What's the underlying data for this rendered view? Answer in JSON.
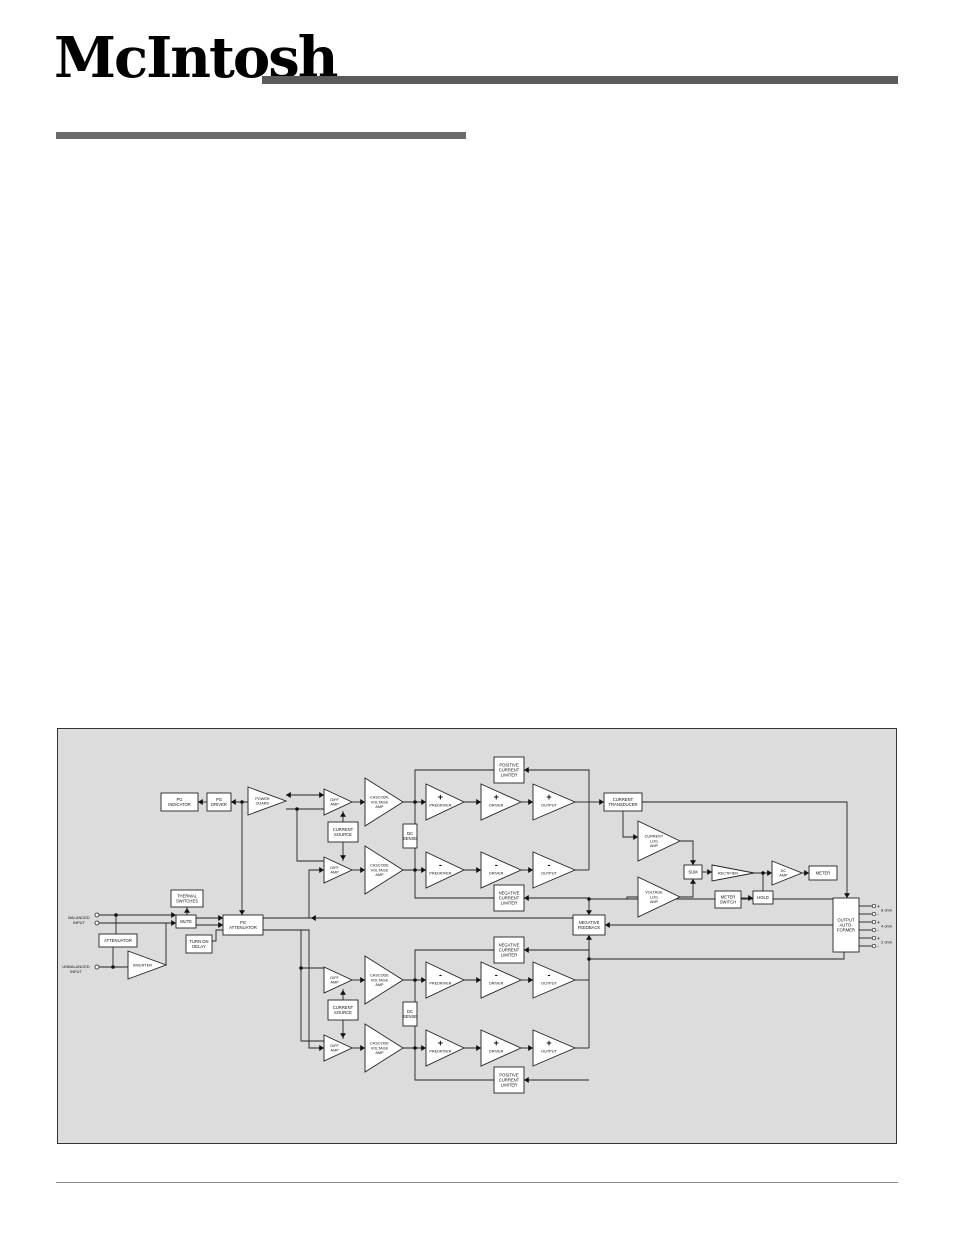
{
  "header": {
    "brand": "McIntosh"
  },
  "diagram": {
    "inputs": {
      "balanced_1": "BALANCED",
      "balanced_2": "INPUT",
      "unbalanced_1": "UNBALANCED",
      "unbalanced_2": "INPUT"
    },
    "blocks": {
      "pg_indicator": [
        "PG",
        "INDICATOR"
      ],
      "pg_driver": [
        "PG",
        "DRIVER"
      ],
      "power_guard": [
        "POWER",
        "GUARD"
      ],
      "thermal_switches": [
        "THERMAL",
        "SWITCHES"
      ],
      "mute": [
        "MUTE"
      ],
      "attenuator": [
        "ATTENUATOR"
      ],
      "inverter": [
        "INVERTER"
      ],
      "turn_on_delay": [
        "TURN ON",
        "DELAY"
      ],
      "pg_attenuator": [
        "PG",
        "ATTENUATOR"
      ],
      "diff_amp": [
        "DIFF",
        "AMP"
      ],
      "current_source": [
        "CURRENT",
        "SOURCE"
      ],
      "cascode_voltage_amp": [
        "CASCODE",
        "VOLTAGE",
        "AMP"
      ],
      "dc_sense": [
        "DC",
        "SENSE"
      ],
      "predriver": "PREDRIVER",
      "driver": "DRIVER",
      "output": "OUTPUT",
      "positive_current_limiter": [
        "POSITIVE",
        "CURRENT",
        "LIMITER"
      ],
      "negative_current_limiter": [
        "NEGATIVE",
        "CURRENT",
        "LIMITER"
      ],
      "current_transducer": [
        "CURRENT",
        "TRANSDUCER"
      ],
      "current_log_amp": [
        "CURRENT",
        "LOG",
        "AMP"
      ],
      "voltage_log_amp": [
        "VOLTAGE",
        "LOG",
        "AMP"
      ],
      "sum": [
        "SUM"
      ],
      "rectifier": [
        "RECTIFIER"
      ],
      "meter_switch": [
        "METER",
        "SWITCH"
      ],
      "hold": [
        "HOLD"
      ],
      "dc_amp": [
        "DC",
        "AMP"
      ],
      "meter": [
        "METER"
      ],
      "negative_feedback": [
        "NEGATIVE",
        "FEEDBACK"
      ],
      "output_autoformer": [
        "OUTPUT",
        "AUTO-",
        "FORMER"
      ]
    },
    "signs": {
      "plus": "+",
      "minus": "-"
    },
    "outputs": [
      "8 ohm",
      "4 ohm",
      "2 ohm"
    ]
  }
}
